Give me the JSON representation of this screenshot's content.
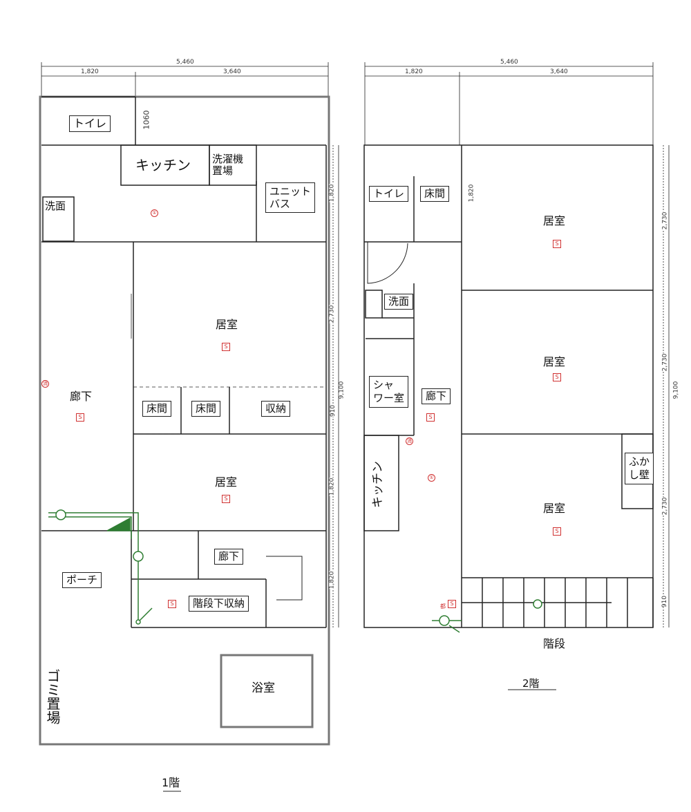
{
  "floor1": {
    "caption": "1階",
    "dims": {
      "total_width": "5,460",
      "left_width": "1,820",
      "right_width": "3,640",
      "toilet_depth": "1060",
      "right": [
        "1,820",
        "2,730",
        "910",
        "1,820",
        "1,820"
      ],
      "total_height": "9,100"
    },
    "rooms": {
      "toilet": "トイレ",
      "kitchen": "キッチン",
      "laundry": "洗濯機\n置場",
      "unitbath": "ユニット\nバス",
      "washroom": "洗面",
      "living_upper": "居室",
      "corridor": "廊下",
      "tokonoma1": "床間",
      "tokonoma2": "床間",
      "storage": "収納",
      "living_lower": "居室",
      "porch": "ポーチ",
      "corridor_small": "廊下",
      "under_stair": "階段下収納",
      "bathroom": "浴室",
      "garbage": "ゴミ置場"
    },
    "marks": {
      "s": "S",
      "fire": "消",
      "circle": "①"
    }
  },
  "floor2": {
    "caption": "2階",
    "dims": {
      "total_width": "5,460",
      "left_width": "1,820",
      "right_width": "3,640",
      "left_top": "1,820",
      "right": [
        "2,730",
        "2,730",
        "2,730",
        "910"
      ],
      "total_height": "9,100"
    },
    "rooms": {
      "toilet": "トイレ",
      "tokonoma": "床間",
      "living_top": "居室",
      "washroom": "洗面",
      "living_mid": "居室",
      "shower": "シャ\nワー室",
      "corridor": "廊下",
      "kitchen": "キッチン",
      "fukashi": "ふか\nし壁",
      "living_bottom": "居室",
      "stairs": "階段"
    },
    "marks": {
      "s": "S",
      "fire": "消",
      "circle": "①",
      "gas": "都"
    }
  },
  "colors": {
    "wall": "#222222",
    "pipe": "#2e7d32",
    "stamp": "#d03030"
  }
}
